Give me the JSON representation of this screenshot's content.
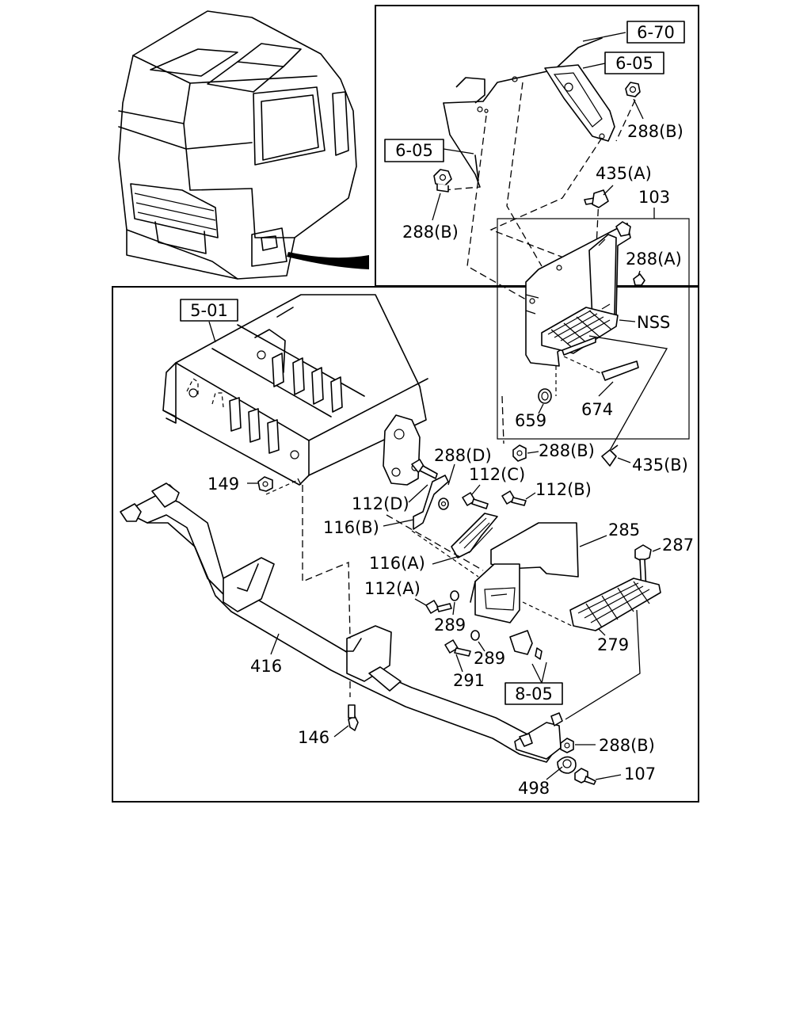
{
  "refs": {
    "r670": "6-70",
    "r605a": "6-05",
    "r605b": "6-05",
    "r501": "5-01",
    "r805": "8-05"
  },
  "callouts": {
    "c288b_1": "288(B)",
    "c435a": "435(A)",
    "c103": "103",
    "c288b_2": "288(B)",
    "c288a": "288(A)",
    "cNSS": "NSS",
    "c674": "674",
    "c659": "659",
    "c288b_3": "288(B)",
    "c435b": "435(B)",
    "c288d": "288(D)",
    "c149": "149",
    "c112c": "112(C)",
    "c112b": "112(B)",
    "c112d": "112(D)",
    "c116b": "116(B)",
    "c285": "285",
    "c287": "287",
    "c116a": "116(A)",
    "c112a": "112(A)",
    "c289a": "289",
    "c279": "279",
    "c289b": "289",
    "c416": "416",
    "c291": "291",
    "c146": "146",
    "c288b_4": "288(B)",
    "c107": "107",
    "c498": "498"
  },
  "icons": {
    "truck_cab": "truck-cab-icon",
    "chassis": "chassis-frame-icon",
    "step_bracket": "step-bracket-icon"
  }
}
